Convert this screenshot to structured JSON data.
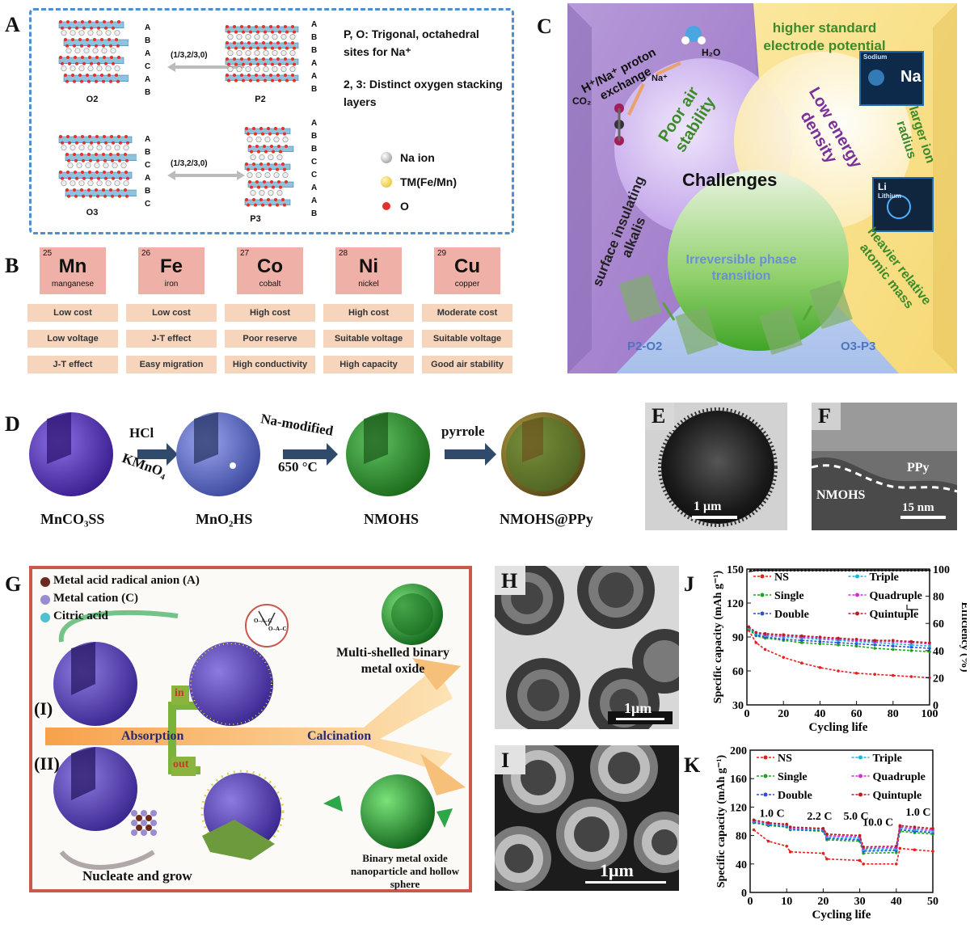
{
  "panel_labels": {
    "a": "A",
    "b": "B",
    "c": "C",
    "d": "D",
    "e": "E",
    "f": "F",
    "g": "G",
    "h": "H",
    "i": "I",
    "j": "J",
    "k": "K"
  },
  "panelA": {
    "structures": {
      "o2": "O2",
      "p2": "P2",
      "o3": "O3",
      "p3": "P3"
    },
    "stacking": {
      "o2": [
        "A",
        "B",
        "A",
        "C",
        "A",
        "B"
      ],
      "p2": [
        "A",
        "B",
        "B",
        "A",
        "A",
        "B"
      ],
      "o3": [
        "A",
        "B",
        "C",
        "A",
        "B",
        "C"
      ],
      "p3": [
        "A",
        "B",
        "B",
        "C",
        "C",
        "A",
        "A",
        "B"
      ]
    },
    "arrow_top": "(1/3,2/3,0)",
    "arrow_bottom": "(1/3,2/3,0)",
    "note1": "P, O: Trigonal, octahedral sites for Na⁺",
    "note2": "2, 3: Distinct oxygen stacking layers",
    "legend": [
      {
        "label": "Na ion",
        "color": "#d9d9d9"
      },
      {
        "label": "TM(Fe/Mn)",
        "color": "#f3d35c"
      },
      {
        "label": "O",
        "color": "#e4302b"
      }
    ]
  },
  "panelB": {
    "elements": [
      {
        "num": "25",
        "sym": "Mn",
        "name": "manganese",
        "props": [
          "Low cost",
          "Low voltage",
          "J-T effect"
        ]
      },
      {
        "num": "26",
        "sym": "Fe",
        "name": "iron",
        "props": [
          "Low cost",
          "J-T effect",
          "Easy migration"
        ]
      },
      {
        "num": "27",
        "sym": "Co",
        "name": "cobalt",
        "props": [
          "High cost",
          "Poor reserve",
          "High conductivity"
        ]
      },
      {
        "num": "28",
        "sym": "Ni",
        "name": "nickel",
        "props": [
          "High cost",
          "Suitable voltage",
          "High capacity"
        ]
      },
      {
        "num": "29",
        "sym": "Cu",
        "name": "copper",
        "props": [
          "Moderate cost",
          "Suitable voltage",
          "Good air stability"
        ]
      }
    ]
  },
  "panelC": {
    "center": "Challenges",
    "poor_air": "Poor air stability",
    "low_energy": "Low energy density",
    "irreversible": "Irreversible phase transition",
    "proton": "H⁺/Na⁺ proton exchange",
    "h2o": "H₂O",
    "co2": "CO₂",
    "na": "Na⁺",
    "surface": "surface insulating alkalis",
    "higher": "higher standard electrode potential",
    "larger": "larger ion radius",
    "heavier": "heavier relative atomic mass",
    "p2o2": "P2-O2",
    "o3p3": "O3-P3",
    "card_na": "Na",
    "card_na_name": "Sodium",
    "card_li": "Li",
    "card_li_name": "Lithium"
  },
  "panelD": {
    "step1_top": "HCl",
    "step1_bottom": "KMnO₄",
    "step2_top": "Na-modified",
    "step2_bottom": "650 °C",
    "step3_top": "pyrrole",
    "captions": [
      "MnCO₃SS",
      "MnO₂HS",
      "NMOHS",
      "NMOHS@PPy"
    ]
  },
  "panelE": {
    "scale": "1 μm"
  },
  "panelF": {
    "ppy": "PPy",
    "nmohs": "NMOHS",
    "scale": "15 nm"
  },
  "panelG": {
    "legend": [
      "Metal acid radical anion (A)",
      "Metal cation (C)",
      "Citric acid"
    ],
    "route1": "(I)",
    "route2": "(II)",
    "in": "in",
    "out": "out",
    "absorption": "Absorption",
    "calcination": "Calcination",
    "multi": "Multi-shelled binary metal oxide",
    "binary": "Binary metal oxide nanoparticle and hollow sphere",
    "nucleate": "Nucleate and grow",
    "zoom_a": "O–A–C",
    "zoom_b": "O–A–C"
  },
  "panelH": {
    "scale": "1μm"
  },
  "panelI": {
    "scale": "1μm"
  },
  "chart_data": [
    {
      "id": "J",
      "type": "line",
      "xlabel": "Cycling life",
      "ylabel": "Specific capacity (mAh g⁻¹)",
      "y2label": "Efficiency (%)",
      "xlim": [
        0,
        100
      ],
      "ylim": [
        30,
        150
      ],
      "y2lim": [
        0,
        100
      ],
      "xticks": [
        0,
        20,
        40,
        60,
        80,
        100
      ],
      "yticks": [
        30,
        60,
        90,
        120,
        150
      ],
      "y2ticks": [
        0,
        20,
        40,
        60,
        80,
        100
      ],
      "legend_position": "top",
      "series": [
        {
          "name": "NS",
          "color": "#e8201d",
          "x": [
            1,
            5,
            10,
            20,
            30,
            40,
            50,
            60,
            70,
            80,
            90,
            100
          ],
          "values": [
            96,
            85,
            79,
            72,
            67,
            63,
            60,
            58,
            57,
            56,
            55,
            54
          ]
        },
        {
          "name": "Single",
          "color": "#1aa51a",
          "x": [
            1,
            5,
            10,
            20,
            30,
            40,
            50,
            60,
            70,
            80,
            90,
            100
          ],
          "values": [
            97,
            91,
            89,
            87,
            85,
            84,
            83,
            82,
            80,
            79,
            78,
            77
          ]
        },
        {
          "name": "Double",
          "color": "#2a4fd6",
          "x": [
            1,
            5,
            10,
            20,
            30,
            40,
            50,
            60,
            70,
            80,
            90,
            100
          ],
          "values": [
            98,
            92,
            90,
            88,
            87,
            86,
            85,
            84,
            83,
            82,
            81,
            80
          ]
        },
        {
          "name": "Triple",
          "color": "#16b7d8",
          "x": [
            1,
            5,
            10,
            20,
            30,
            40,
            50,
            60,
            70,
            80,
            90,
            100
          ],
          "values": [
            98,
            93,
            91,
            90,
            89,
            88,
            87,
            86,
            85,
            84,
            83,
            82
          ]
        },
        {
          "name": "Quadruple",
          "color": "#d42ad8",
          "x": [
            1,
            5,
            10,
            20,
            30,
            40,
            50,
            60,
            70,
            80,
            90,
            100
          ],
          "values": [
            99,
            94,
            92,
            91,
            90,
            89,
            88,
            87,
            86,
            86,
            85,
            84
          ]
        },
        {
          "name": "Quintuple",
          "color": "#b3201e",
          "x": [
            1,
            5,
            10,
            20,
            30,
            40,
            50,
            60,
            70,
            80,
            90,
            100
          ],
          "values": [
            99,
            94,
            93,
            92,
            91,
            90,
            89,
            88,
            87,
            87,
            86,
            85
          ]
        }
      ],
      "efficiency": {
        "x": [
          1,
          5,
          100
        ],
        "values": [
          98,
          99,
          99
        ]
      }
    },
    {
      "id": "K",
      "type": "line",
      "xlabel": "Cycling life",
      "ylabel": "Specific capacity (mAh g⁻¹)",
      "xlim": [
        0,
        50
      ],
      "ylim": [
        0,
        200
      ],
      "xticks": [
        0,
        10,
        20,
        30,
        40,
        50
      ],
      "yticks": [
        0,
        40,
        80,
        120,
        160,
        200
      ],
      "rate_labels": [
        "1.0 C",
        "2.2 C",
        "5.0 C",
        "10.0 C",
        "1.0 C"
      ],
      "legend_position": "top",
      "series": [
        {
          "name": "NS",
          "color": "#e8201d",
          "x": [
            1,
            5,
            10,
            11,
            20,
            21,
            30,
            31,
            40,
            41,
            45,
            50
          ],
          "values": [
            88,
            72,
            65,
            57,
            55,
            47,
            45,
            40,
            40,
            62,
            60,
            58
          ]
        },
        {
          "name": "Single",
          "color": "#1aa51a",
          "x": [
            1,
            5,
            10,
            11,
            20,
            21,
            30,
            31,
            40,
            41,
            45,
            50
          ],
          "values": [
            98,
            94,
            92,
            88,
            86,
            74,
            72,
            55,
            56,
            86,
            84,
            82
          ]
        },
        {
          "name": "Double",
          "color": "#2a4fd6",
          "x": [
            1,
            5,
            10,
            11,
            20,
            21,
            30,
            31,
            40,
            41,
            45,
            50
          ],
          "values": [
            99,
            95,
            93,
            89,
            87,
            76,
            74,
            58,
            59,
            88,
            86,
            84
          ]
        },
        {
          "name": "Triple",
          "color": "#16b7d8",
          "x": [
            1,
            5,
            10,
            11,
            20,
            21,
            30,
            31,
            40,
            41,
            45,
            50
          ],
          "values": [
            100,
            96,
            94,
            90,
            88,
            78,
            76,
            60,
            61,
            90,
            88,
            86
          ]
        },
        {
          "name": "Quadruple",
          "color": "#d42ad8",
          "x": [
            1,
            5,
            10,
            11,
            20,
            21,
            30,
            31,
            40,
            41,
            45,
            50
          ],
          "values": [
            101,
            97,
            95,
            91,
            89,
            80,
            78,
            62,
            63,
            92,
            90,
            88
          ]
        },
        {
          "name": "Quintuple",
          "color": "#b3201e",
          "x": [
            1,
            5,
            10,
            11,
            20,
            21,
            30,
            31,
            40,
            41,
            45,
            50
          ],
          "values": [
            102,
            98,
            96,
            92,
            90,
            82,
            80,
            64,
            65,
            94,
            92,
            90
          ]
        }
      ]
    }
  ]
}
